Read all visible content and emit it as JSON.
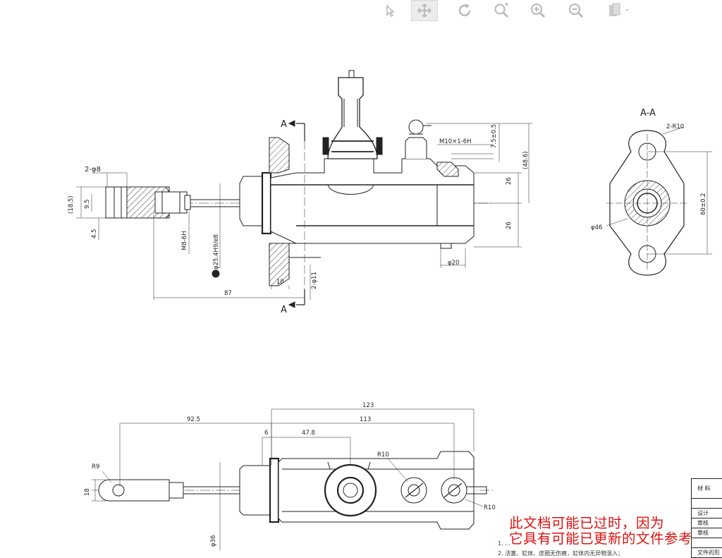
{
  "toolbar": {
    "tools": [
      {
        "name": "select-tool",
        "icon": "cursor-icon",
        "active": false
      },
      {
        "name": "pan-tool",
        "icon": "move-icon",
        "active": true
      },
      {
        "name": "rotate-tool",
        "icon": "rotate-icon",
        "active": false
      },
      {
        "name": "zoom-region-tool",
        "icon": "zoom-region-icon",
        "active": false
      },
      {
        "name": "zoom-in-tool",
        "icon": "zoom-in-icon",
        "active": false
      },
      {
        "name": "zoom-out-tool",
        "icon": "zoom-out-icon",
        "active": false
      },
      {
        "name": "layers-tool",
        "icon": "layers-icon",
        "active": false
      }
    ]
  },
  "drawing": {
    "section_mark": "A",
    "section_title": "A-A",
    "top_view_dims": {
      "d_2phi8": "2-φ8",
      "d_18_5": "(18.5)",
      "d_9_5": "9.5",
      "d_4_5": "4.5",
      "d_m8": "M8-6H",
      "d_phi25": "φ25.4H9/e8",
      "d_10": "10",
      "d_2phi11": "2-φ11",
      "d_87": "87",
      "d_phi20": "φ20",
      "d_m10": "M10×1-6H",
      "d_7_5": "7.5±0.5",
      "d_48_6": "(48.6)",
      "d_26a": "26",
      "d_26b": "26"
    },
    "section_dims": {
      "d_2r10": "2-R10",
      "d_phi46": "φ46",
      "d_60": "60±0.2"
    },
    "bottom_view_dims": {
      "d_123": "123",
      "d_113": "113",
      "d_92_5": "92.5",
      "d_6": "6",
      "d_47_8": "47.8",
      "d_r10a": "R10",
      "d_r10b": "R10",
      "d_r9": "R9",
      "d_18": "18",
      "d_phi36": "φ36"
    }
  },
  "warning": {
    "line1": "此文档可能已过时，因为",
    "line2": "它具有可能已更新的文件参考"
  },
  "notes": {
    "line1": "1. ...",
    "line2": "2. 活塞、缸体、皮圈无伤痕，缸体内无异物混入；"
  },
  "title_block": {
    "material": "材 料",
    "design": "设计",
    "review": "审核",
    "check": "审核",
    "file": "文件的形"
  }
}
